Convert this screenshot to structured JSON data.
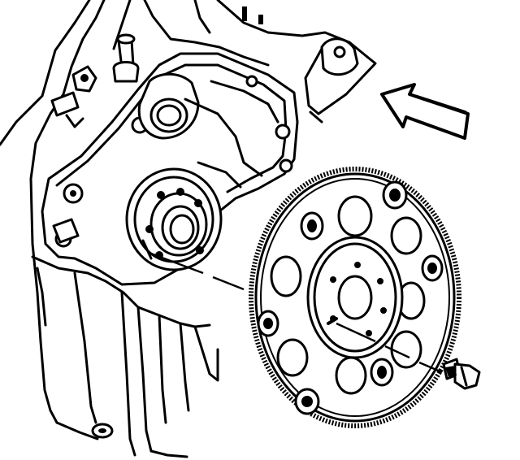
{
  "figure": {
    "line_color": "#000000",
    "background_color": "#ffffff",
    "parts": [
      {
        "id": "engine-block",
        "icon": "engine-block-outline"
      },
      {
        "id": "crankshaft-rear-flange",
        "icon": "crankshaft-flange"
      },
      {
        "id": "flywheel",
        "icon": "flexplate-ring-gear",
        "bolt_holes": 6
      },
      {
        "id": "flywheel-bolt",
        "icon": "hex-bolt"
      },
      {
        "id": "view-direction-arrow",
        "icon": "hollow-arrow-left"
      }
    ]
  }
}
